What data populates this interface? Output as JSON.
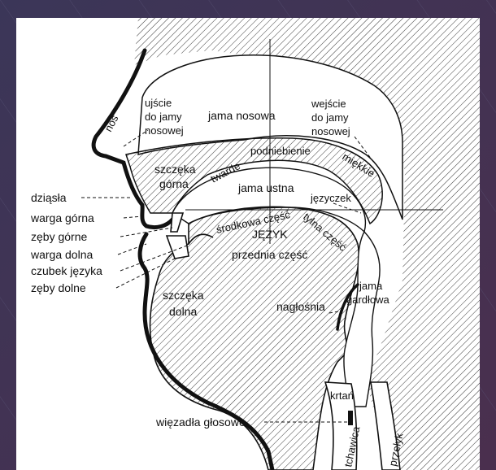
{
  "labels": {
    "nos": "nos",
    "ujscie_1": "ujście",
    "ujscie_2": "do jamy",
    "ujscie_3": "nosowej",
    "jama_nosowa": "jama nosowa",
    "wejscie_1": "wejście",
    "wejscie_2": "do jamy",
    "wejscie_3": "nosowej",
    "podniebienie": "podniebienie",
    "twarde": "twarde",
    "miekkie": "miękkie",
    "szczeka_gorna_1": "szczęka",
    "szczeka_gorna_2": "górna",
    "jama_ustna": "jama ustna",
    "jezyczek": "języczek",
    "srodkowa": "środkowa część",
    "tylna": "tylna część",
    "jezyk": "JĘZYK",
    "przednia": "przednia część",
    "dziasla": "dziąsła",
    "warga_gorna": "warga górna",
    "zeby_gorne": "zęby górne",
    "warga_dolna": "warga dolna",
    "czubek": "czubek języka",
    "zeby_dolne": "zęby dolne",
    "szczeka_dolna_1": "szczęka",
    "szczeka_dolna_2": "dolna",
    "jama_gardlowa_1": "jama",
    "jama_gardlowa_2": "gardłowa",
    "naglosnia": "nagłośnia",
    "krtan": "krtań",
    "wiezadla": "więzadła głosowe",
    "tchawica": "tchawica",
    "przelyk": "przełyk"
  },
  "colors": {
    "background": "#3a3552",
    "panel": "#ffffff",
    "ink": "#111111"
  }
}
